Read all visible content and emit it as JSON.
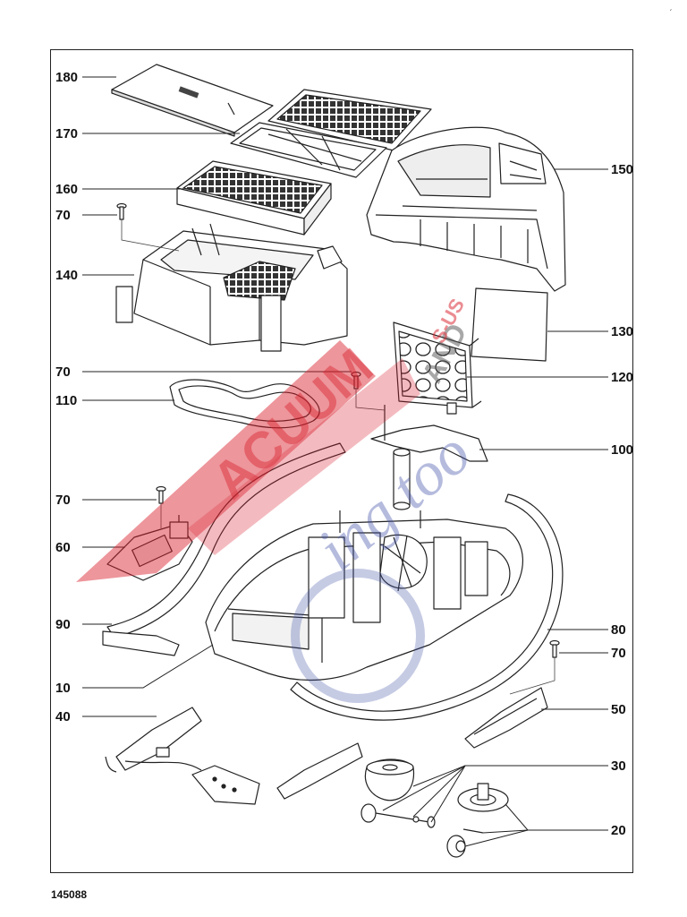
{
  "drawing": {
    "number": "145088",
    "corner_mark": "ˏ"
  },
  "colors": {
    "line": "#222222",
    "watermark_red": "#d81e2a",
    "watermark_blue": "#3e4fa6",
    "part_fill": "#ffffff"
  },
  "parts": [
    {
      "id": "p180",
      "label": "180"
    },
    {
      "id": "p170",
      "label": "170"
    },
    {
      "id": "p160",
      "label": "160"
    },
    {
      "id": "p70a",
      "label": "70"
    },
    {
      "id": "p150",
      "label": "150"
    },
    {
      "id": "p140",
      "label": "140"
    },
    {
      "id": "p130",
      "label": "130"
    },
    {
      "id": "p70b",
      "label": "70"
    },
    {
      "id": "p120",
      "label": "120"
    },
    {
      "id": "p110",
      "label": "110"
    },
    {
      "id": "p100",
      "label": "100"
    },
    {
      "id": "p70c",
      "label": "70"
    },
    {
      "id": "p60",
      "label": "60"
    },
    {
      "id": "p90",
      "label": "90"
    },
    {
      "id": "p80",
      "label": "80"
    },
    {
      "id": "p70d",
      "label": "70"
    },
    {
      "id": "p10",
      "label": "10"
    },
    {
      "id": "p40",
      "label": "40"
    },
    {
      "id": "p50",
      "label": "50"
    },
    {
      "id": "p30",
      "label": "30"
    },
    {
      "id": "p20",
      "label": "20"
    }
  ]
}
